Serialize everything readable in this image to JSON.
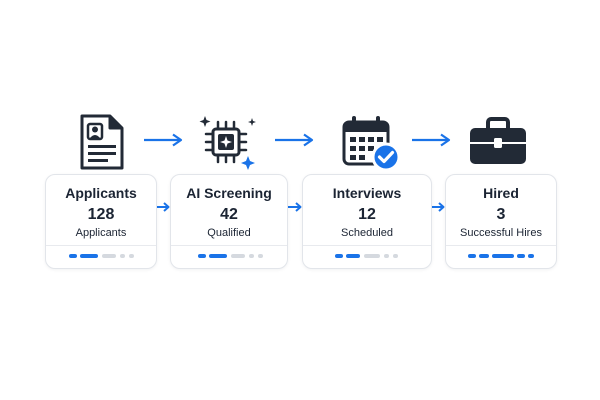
{
  "colors": {
    "accent": "#1a73e8",
    "icon_dark": "#222a36",
    "dot_inactive": "#d5d9df",
    "text": "#1b2433"
  },
  "icons": [
    "resume-document-icon",
    "ai-chip-icon",
    "calendar-check-icon",
    "briefcase-icon"
  ],
  "stages": [
    {
      "title": "Applicants",
      "count": "128",
      "label": "Applicants"
    },
    {
      "title": "AI Screening",
      "count": "42",
      "label": "Qualified"
    },
    {
      "title": "Interviews",
      "count": "12",
      "label": "Scheduled"
    },
    {
      "title": "Hired",
      "count": "3",
      "label": "Successful Hires"
    }
  ]
}
